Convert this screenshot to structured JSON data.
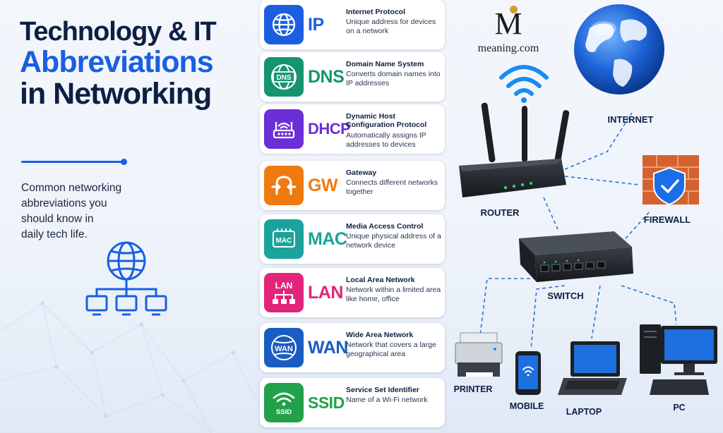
{
  "title": {
    "line1": "Technology & IT",
    "line2": "Abbreviations",
    "line3": "in Networking"
  },
  "subtitle": "Common networking\nabbreviations you\nshould know in\ndaily tech life.",
  "logo": {
    "mark": "M",
    "wordmark": "meaning.com",
    "accent": "#d79b27"
  },
  "abbreviations": [
    {
      "abbr": "IP",
      "name": "Internet Protocol",
      "desc": "Unique address for devices on a network",
      "color": "#1a5fe0",
      "icon": "globe-icon"
    },
    {
      "abbr": "DNS",
      "name": "Domain Name System",
      "desc": "Converts domain names into IP addresses",
      "color": "#15956f",
      "icon": "dns-icon",
      "icon_text": "DNS"
    },
    {
      "abbr": "DHCP",
      "name": "Dynamic Host Configuration Protocol",
      "desc": "Automatically assigns IP addresses to devices",
      "color": "#6a2fd6",
      "icon": "router-icon"
    },
    {
      "abbr": "GW",
      "name": "Gateway",
      "desc": "Connects different networks together",
      "color": "#f07a12",
      "icon": "gateway-icon"
    },
    {
      "abbr": "MAC",
      "name": "Media Access Control",
      "desc": "Unique physical address of a network device",
      "color": "#1aa39c",
      "icon": "chip-icon",
      "icon_text": "MAC"
    },
    {
      "abbr": "LAN",
      "name": "Local Area Network",
      "desc": "Network within a limited area like home, office",
      "color": "#e2247a",
      "icon": "lan-icon",
      "icon_text": "LAN"
    },
    {
      "abbr": "WAN",
      "name": "Wide Area Network",
      "desc": "Network that covers a large geographical area",
      "color": "#1a5cc2",
      "icon": "wan-icon",
      "icon_text": "WAN"
    },
    {
      "abbr": "SSID",
      "name": "Service Set Identifier",
      "desc": "Name of a Wi-Fi network",
      "color": "#23a04a",
      "icon": "wifi-icon",
      "icon_text": "SSID"
    }
  ],
  "diagram": {
    "internet": "INTERNET",
    "router": "ROUTER",
    "firewall": "FIREWALL",
    "switch": "SWITCH",
    "printer": "PRINTER",
    "mobile": "MOBILE",
    "laptop": "LAPTOP",
    "pc": "PC"
  }
}
